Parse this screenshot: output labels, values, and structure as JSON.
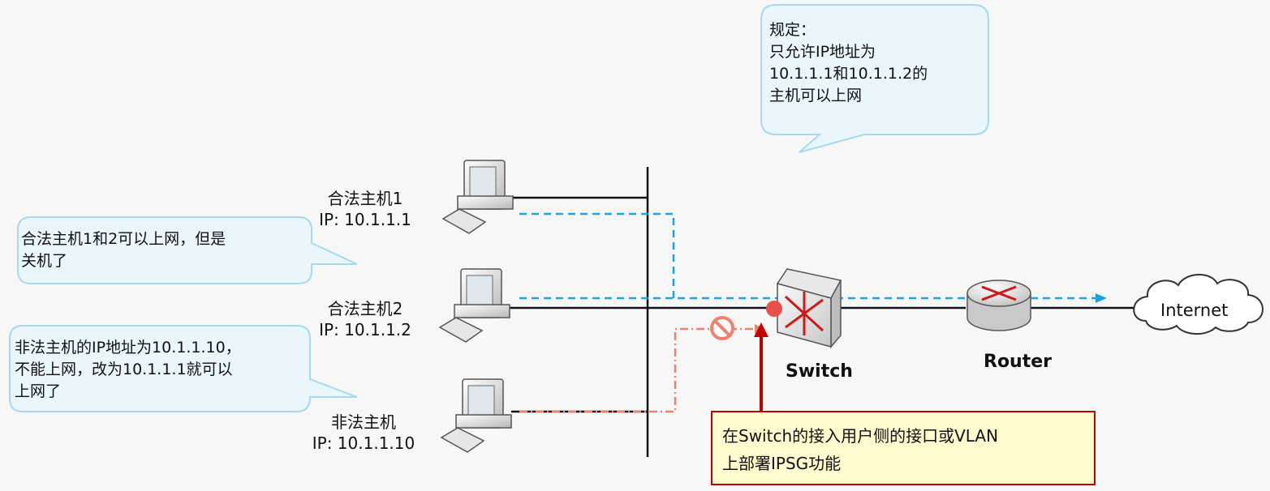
{
  "hosts": [
    {
      "name": "合法主机1",
      "ip": "IP: 10.1.1.1"
    },
    {
      "name": "合法主机2",
      "ip": "IP: 10.1.1.2"
    },
    {
      "name": "非法主机",
      "ip": "IP: 10.1.1.10"
    }
  ],
  "devices": {
    "switch": "Switch",
    "router": "Router",
    "internet": "Internet"
  },
  "callouts": {
    "rule": [
      "规定：",
      "只允许IP地址为",
      "10.1.1.1和10.1.1.2的",
      "主机可以上网"
    ],
    "legal": [
      "合法主机1和2可以上网，但是",
      "关机了"
    ],
    "illegal": [
      "非法主机的IP地址为10.1.1.10，",
      "不能上网，改为10.1.1.1就可以",
      "上网了"
    ]
  },
  "note": {
    "line1": "在Switch的接入用户侧的接口或VLAN",
    "line2": "上部署IPSG功能"
  },
  "colors": {
    "allowed": "#1aa3e0",
    "blocked": "#f08070",
    "accent": "#c00000",
    "bubble_border": "#a6d9ef",
    "note_bg": "#fffbcf"
  }
}
